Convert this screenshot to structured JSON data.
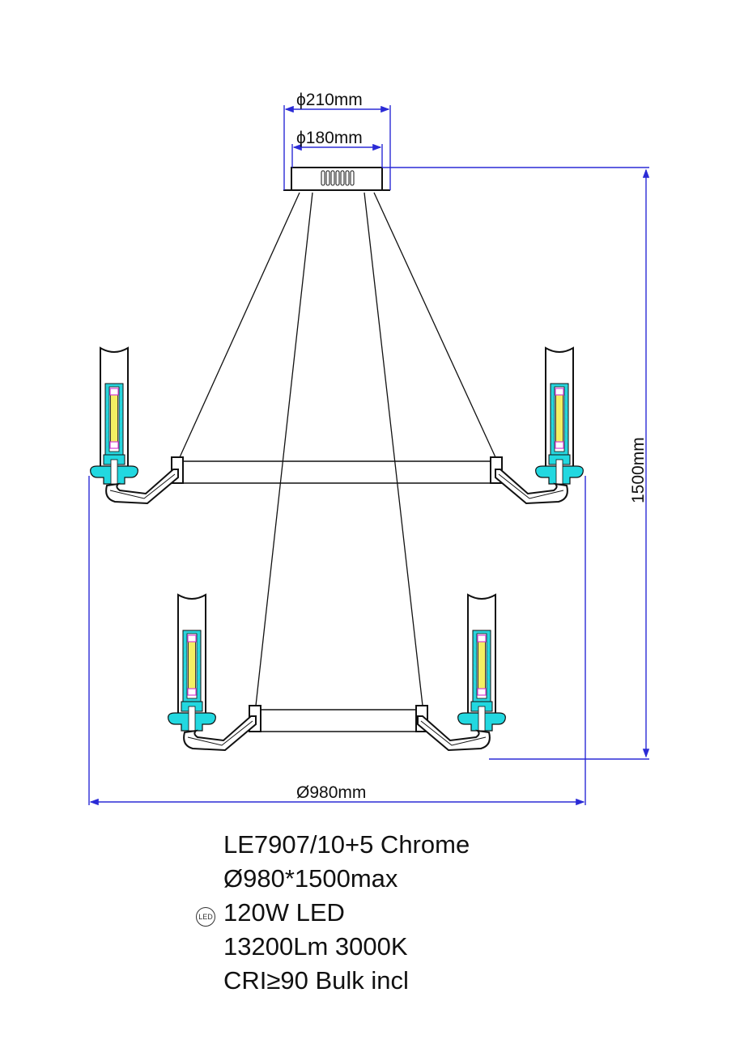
{
  "dimensions": {
    "canopy_outer": "ϕ210mm",
    "canopy_inner": "ϕ180mm",
    "height": "1500mm",
    "diameter": "Ø980mm"
  },
  "colors": {
    "dimension_line": "#2b2bd6",
    "outline": "#111111",
    "lamp_body": "#22d8e0",
    "led_strip": "#f4ef62",
    "led_cap": "#d23fd6"
  },
  "specs": {
    "model": "LE7907/10+5 Chrome",
    "size": "Ø980*1500max",
    "power": "120W LED",
    "lumen": "13200Lm 3000K",
    "cri": "CRI≥90 Bulk incl",
    "led_badge": "LED"
  }
}
